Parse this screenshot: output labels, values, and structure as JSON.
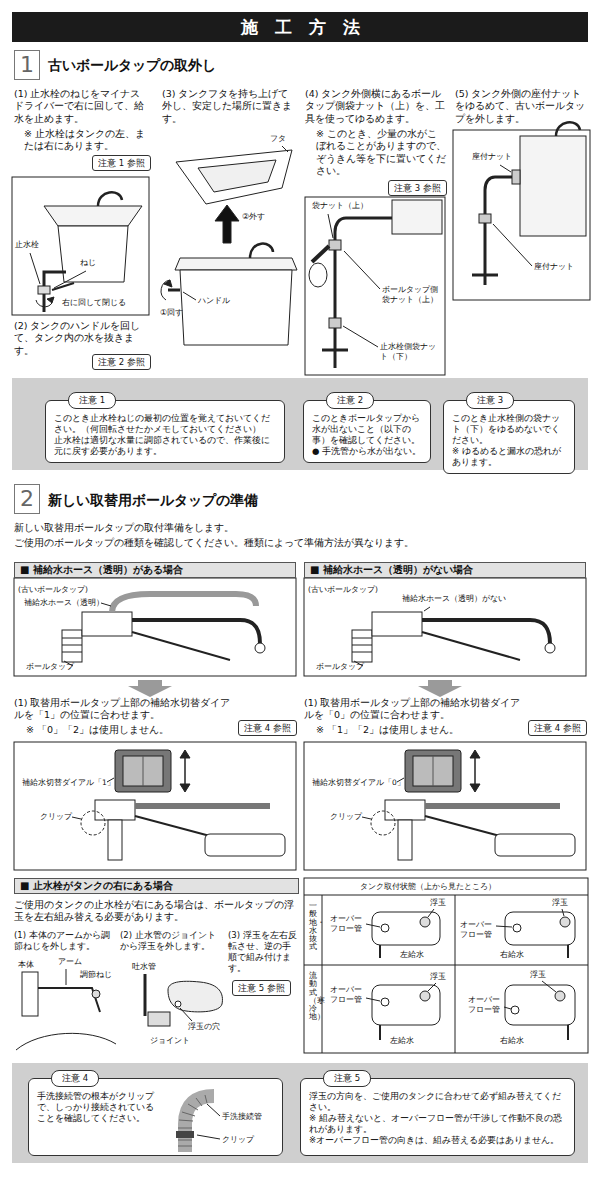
{
  "diagram": {
    "title": "施　工　方　法",
    "nodes": [
      {
        "text": [
          "1"
        ]
      },
      {
        "text": [
          "注意 1 参照"
        ]
      },
      {
        "text": [
          "注意 2 参照"
        ]
      },
      {
        "text": [
          "注意 3 参照"
        ]
      },
      {
        "text": [
          "注意 1",
          "このとき止水栓ねじの最初の位置を覚えておいてください。（何回転させたかメモしておいてください）",
          "止水栓は適切な水量に調節されているので、作業後に元に戻す必要があります。"
        ]
      },
      {
        "text": [
          "注意 2",
          "このときボールタップから水が出ないこと（以下の事）を確認してください。",
          "● 手洗管から水が出ない。"
        ]
      },
      {
        "text": [
          "注意 3",
          "このとき止水栓側の袋ナット（下）をゆるめないでください。",
          "※ ゆるめると漏水の恐れがあります。"
        ]
      },
      {
        "text": [
          "2"
        ]
      },
      {
        "text": [
          "■ 補給水ホース（透明）がある場合"
        ]
      },
      {
        "text": [
          "■ 補給水ホース（透明）がない場合"
        ]
      },
      {
        "text": [
          "注意 4 参照"
        ]
      },
      {
        "text": [
          "注意 4 参照"
        ]
      },
      {
        "text": [
          "■ 止水栓がタンクの右にある場合"
        ]
      },
      {
        "text": [
          "注意 5 参照"
        ]
      },
      {
        "text": [
          "注意 4",
          "手洗接続管の根本がクリップで、しっかり接続されていることを確認してください。"
        ]
      },
      {
        "text": [
          "注意 5",
          "浮玉の方向を、ご使用のタンクに合わせて必ず組み替えてください。",
          "※ 組み替えないと、オーバーフロー管が干渉して作動不良の恐れがあります。",
          "※オーバーフロー管の向きは、組み替える必要はありません。"
        ]
      }
    ],
    "labels": [
      "古いボールタップの取外し",
      "(1) 止水栓のねじをマイナスドライバーで右に回して、給水を止めます。",
      "※ 止水栓はタンクの左、または右にあります。",
      "止水栓",
      "ねじ",
      "右に回して閉じる",
      "(2) タンクのハンドルを回して、タンク内の水を抜きます。",
      "(3) タンクフタを持ち上げて外し、安定した場所に置きます。",
      "フタ",
      "②外す",
      "①回す",
      "ハンドル",
      "(4) タンク外側横にあるボールタップ側袋ナット（上）を、工具を使ってゆるめます。",
      "※ このとき、少量の水がこぼれることがありますので、ぞうきん等を下に置いてください。",
      "袋ナット（上）",
      "ボールタップ側袋ナット（上）",
      "止水栓側袋ナット（下）",
      "(5) タンク外側の座付ナットをゆるめて、古いボールタップを外します。",
      "座付ナット",
      "座付ナット",
      "新しい取替用ボールタップの準備",
      "新しい取替用ボールタップの取付準備をします。",
      "ご使用のボールタップの種類を確認してください。種類によって準備方法が異なります。",
      "(古いボールタップ)",
      "補給水ホース（透明）",
      "ボールタップ",
      "(1) 取替用ボールタップ上部の補給水切替ダイアルを「1」の位置に合わせます。",
      "※ 「0」「2」は使用しません。",
      "補給水切替ダイアル「1」",
      "クリップ",
      "(古いボールタップ)",
      "補給水ホース（透明）がない",
      "ボールタップ",
      "(1) 取替用ボールタップ上部の補給水切替ダイアルを「0」の位置に合わせます。",
      "※ 「1」「2」は使用しません。",
      "補給水切替ダイアル「0」",
      "クリップ",
      "ご使用のタンクの止水栓が右にある場合は、ボールタップの浮玉を左右組み替える必要があります。",
      "(1) 本体のアームから調節ねじを外します。",
      "本体",
      "アーム",
      "調節ねじ",
      "(2) 止水管のジョイントから浮玉を外します。",
      "吐水管",
      "浮玉の穴",
      "ジョイント",
      "(3) 浮玉を左右反転させ、逆の手順で組み付けます。",
      "タンク取付状態（上から見たところ）",
      "一般地・水抜式",
      "浮玉",
      "オーバーフロー管",
      "左給水",
      "オーバーフロー管",
      "浮玉",
      "右給水",
      "流動式（寒冷地）",
      "オーバーフロー管",
      "浮玉",
      "左給水",
      "浮玉",
      "オーバーフロー管",
      "右給水",
      "手洗接続管",
      "クリップ"
    ]
  }
}
